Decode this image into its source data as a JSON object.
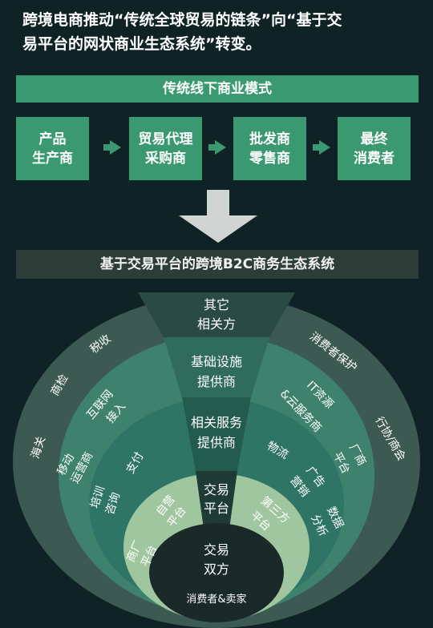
{
  "headline": {
    "line1": "跨境电商推动“传统全球贸易的链条”向“基于交",
    "line2": "易平台的网状商业生态系统”转变。"
  },
  "traditional": {
    "title": "传统线下商业模式",
    "boxes": [
      {
        "line1": "产品",
        "line2": "生产商"
      },
      {
        "line1": "贸易代理",
        "line2": "采购商"
      },
      {
        "line1": "批发商",
        "line2": "零售商"
      },
      {
        "line1": "最终",
        "line2": "消费者"
      }
    ]
  },
  "ecosystem": {
    "title": "基于交易平台的跨境B2C商务生态系统",
    "center": {
      "line1": "交易",
      "line2": "双方",
      "sub": "消费者&卖家"
    },
    "wedge": [
      {
        "line1": "其它",
        "line2": "相关方"
      },
      {
        "line1": "基础设施",
        "line2": "提供商"
      },
      {
        "line1": "相关服务",
        "line2": "提供商"
      },
      {
        "line1": "交易",
        "line2": "平台"
      }
    ],
    "outer_left": [
      "海关",
      "商检",
      "税收"
    ],
    "outer_right": [
      "消费者保护",
      "行协/商会"
    ],
    "infra_left": [
      "移动",
      "运营商",
      "互联网",
      "接入"
    ],
    "infra_right": [
      "IT资源",
      "&云服务商"
    ],
    "service_left": [
      "培训",
      "咨询",
      "支付"
    ],
    "service_right": [
      "物流",
      "广告",
      "营销",
      "数据",
      "分析",
      "厂商",
      "平台"
    ],
    "platform_left": [
      "自营",
      "平台",
      "商厂",
      "平台"
    ],
    "platform_right": [
      "第三方",
      "平台"
    ]
  }
}
